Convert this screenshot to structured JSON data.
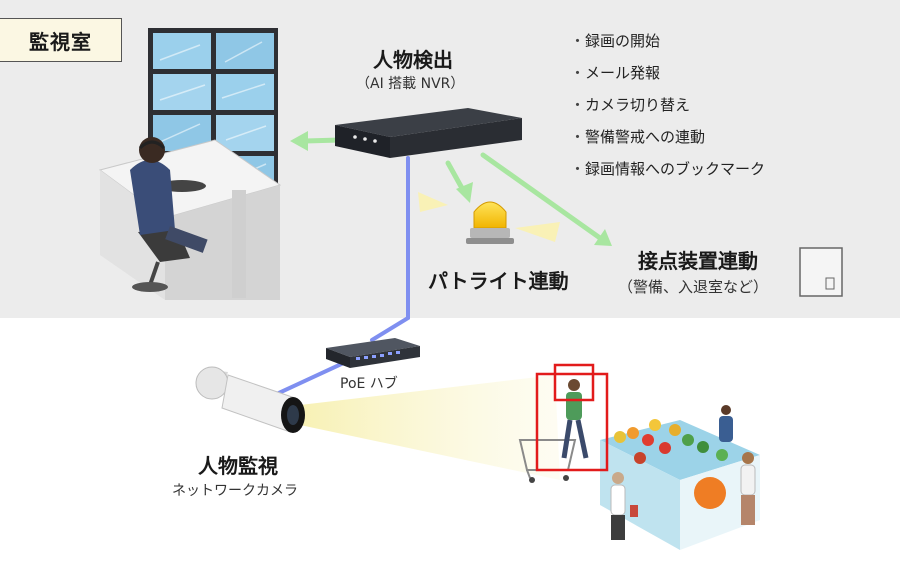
{
  "room": {
    "label": "監視室"
  },
  "nvr": {
    "title": "人物検出",
    "subtitle": "（AI 搭載 NVR）"
  },
  "actions": [
    "録画の開始",
    "メール発報",
    "カメラ切り替え",
    "警備警戒への連動",
    "録画情報へのブックマーク"
  ],
  "patlite": {
    "label": "パトライト連動"
  },
  "contact": {
    "title": "接点装置連動",
    "subtitle": "（警備、入退室など）"
  },
  "poe_hub": {
    "label": "PoE ハブ"
  },
  "camera": {
    "title": "人物監視",
    "subtitle": "ネットワークカメラ"
  },
  "colors": {
    "link_arrow": "#a8e6a0",
    "network_cable": "#7f8ff0",
    "detection_box": "#e21b1b",
    "room_bg": "#ececec",
    "room_tag_bg": "#fbf7e3"
  }
}
